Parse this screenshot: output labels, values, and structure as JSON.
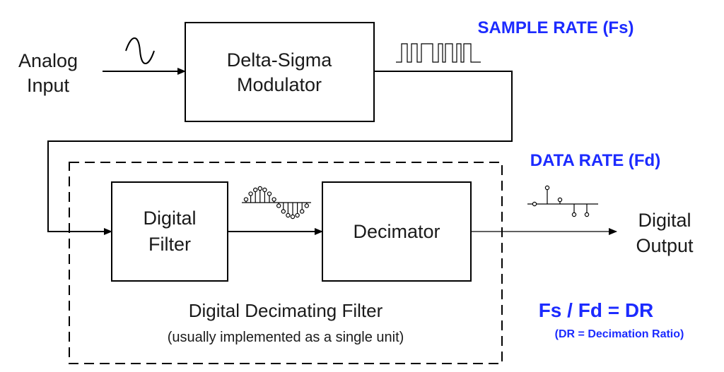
{
  "inputs": {
    "analog_line1": "Analog",
    "analog_line2": "Input"
  },
  "blocks": {
    "modulator_line1": "Delta-Sigma",
    "modulator_line2": "Modulator",
    "filter_line1": "Digital",
    "filter_line2": "Filter",
    "decimator": "Decimator"
  },
  "outputs": {
    "digital_line1": "Digital",
    "digital_line2": "Output"
  },
  "group": {
    "title": "Digital Decimating Filter",
    "subtitle": "(usually implemented as a single unit)"
  },
  "rates": {
    "sample_rate": "SAMPLE RATE (Fs)",
    "data_rate": "DATA RATE (Fd)",
    "formula": "Fs / Fd = DR",
    "formula_note": "(DR = Decimation Ratio)"
  },
  "colors": {
    "accent": "#1c2bff",
    "line": "#000000"
  },
  "icons": {
    "sine": "sine-wave-icon",
    "pulses": "pulse-train-icon",
    "filtered": "sampled-sine-icon",
    "decimated": "decimated-samples-icon"
  }
}
